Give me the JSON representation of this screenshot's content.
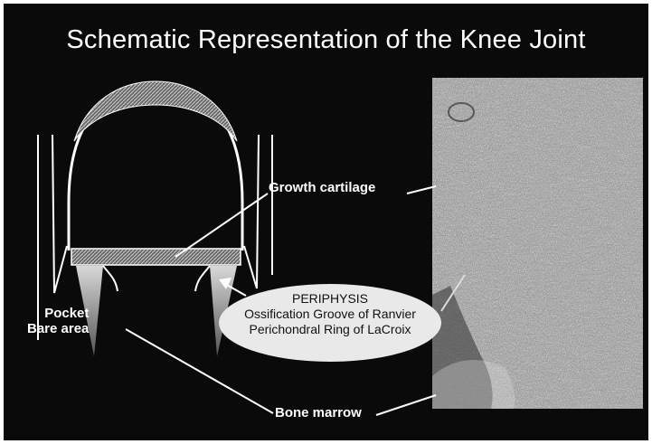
{
  "slide": {
    "title": "Schematic Representation of the Knee Joint",
    "labels": {
      "growth_cartilage": "Growth cartilage",
      "bone_marrow": "Bone marrow",
      "pocket": "Pocket",
      "bare_area": "Bare area"
    },
    "periphysis": {
      "line1": "PERIPHYSIS",
      "line2": "Ossification Groove of Ranvier",
      "line3": "Perichondral Ring of LaCroix"
    }
  },
  "colors": {
    "background": "#0a0a0a",
    "foreground": "#ffffff",
    "oval_fill": "#e9e9e9"
  }
}
